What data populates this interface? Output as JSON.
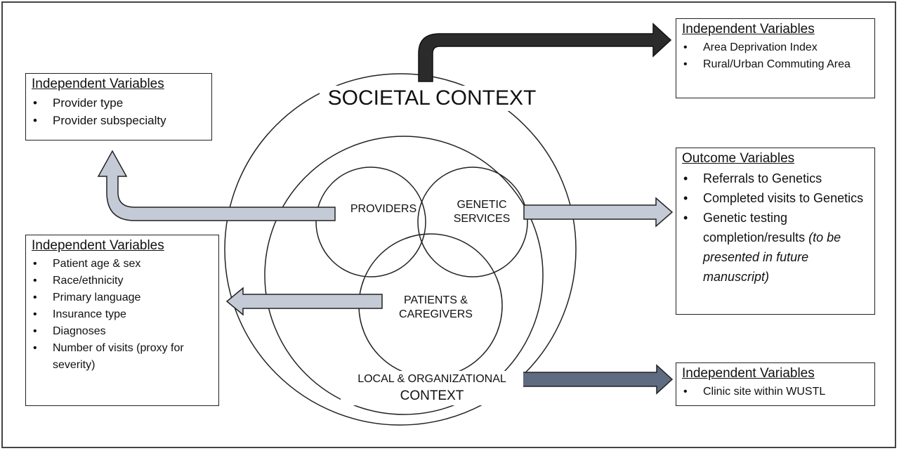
{
  "title": "SOCIETAL CONTEXT",
  "local_context": {
    "line1": "LOCAL & ORGANIZATIONAL",
    "line2": "CONTEXT"
  },
  "circles": {
    "providers": "PROVIDERS",
    "genetic_line1": "GENETIC",
    "genetic_line2": "SERVICES",
    "patients_line1": "PATIENTS &",
    "patients_line2": "CAREGIVERS"
  },
  "box_provider": {
    "heading": "Independent Variables",
    "items": [
      "Provider type",
      "Provider subspecialty"
    ]
  },
  "box_patient": {
    "heading": "Independent Variables",
    "items": [
      "Patient age & sex",
      "Race/ethnicity",
      "Primary language",
      "Insurance type",
      "Diagnoses",
      "Number of visits (proxy for severity)"
    ]
  },
  "box_societal": {
    "heading": "Independent Variables",
    "items": [
      "Area Deprivation Index",
      "Rural/Urban Commuting Area"
    ]
  },
  "box_outcome": {
    "heading": "Outcome Variables",
    "items": [
      "Referrals to Genetics",
      "Completed visits to Genetics",
      "Genetic testing completion/results"
    ],
    "item_note": "(to be presented in future manuscript)"
  },
  "box_clinic": {
    "heading": "Independent Variables",
    "items": [
      "Clinic site within WUSTL"
    ]
  },
  "colors": {
    "arrow_dark": "#2b2b2b",
    "arrow_light": "#c5cbd6",
    "arrow_mid": "#5f6b80"
  }
}
